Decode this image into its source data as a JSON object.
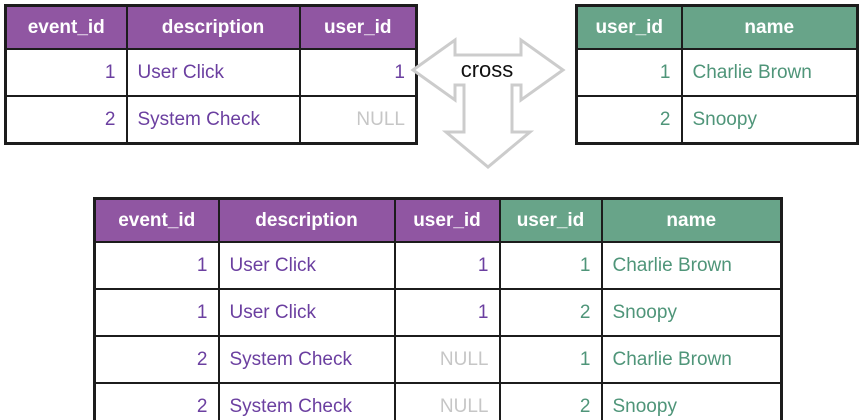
{
  "diagram": {
    "operation_label": "cross"
  },
  "colors": {
    "purple_header": "#9056a2",
    "purple_text": "#6b3fa0",
    "green_header": "#68a489",
    "green_text": "#4f9579",
    "null_text": "#c6c6c6",
    "border": "#1c1c1c",
    "arrow_outline": "#cccccc",
    "label": "#111111"
  },
  "left_table": {
    "columns": [
      {
        "label": "event_id",
        "align": "right",
        "theme": "purple"
      },
      {
        "label": "description",
        "align": "left",
        "theme": "purple"
      },
      {
        "label": "user_id",
        "align": "right",
        "theme": "purple"
      }
    ],
    "rows": [
      [
        "1",
        "User Click",
        "1"
      ],
      [
        "2",
        "System Check",
        "NULL"
      ]
    ]
  },
  "right_table": {
    "columns": [
      {
        "label": "user_id",
        "align": "right",
        "theme": "green"
      },
      {
        "label": "name",
        "align": "left",
        "theme": "green"
      }
    ],
    "rows": [
      [
        "1",
        "Charlie Brown"
      ],
      [
        "2",
        "Snoopy"
      ]
    ]
  },
  "result_table": {
    "columns": [
      {
        "label": "event_id",
        "align": "right",
        "theme": "purple"
      },
      {
        "label": "description",
        "align": "left",
        "theme": "purple"
      },
      {
        "label": "user_id",
        "align": "right",
        "theme": "purple"
      },
      {
        "label": "user_id",
        "align": "right",
        "theme": "green"
      },
      {
        "label": "name",
        "align": "left",
        "theme": "green"
      }
    ],
    "rows": [
      [
        "1",
        "User Click",
        "1",
        "1",
        "Charlie Brown"
      ],
      [
        "1",
        "User Click",
        "1",
        "2",
        "Snoopy"
      ],
      [
        "2",
        "System Check",
        "NULL",
        "1",
        "Charlie Brown"
      ],
      [
        "2",
        "System Check",
        "NULL",
        "2",
        "Snoopy"
      ]
    ]
  }
}
